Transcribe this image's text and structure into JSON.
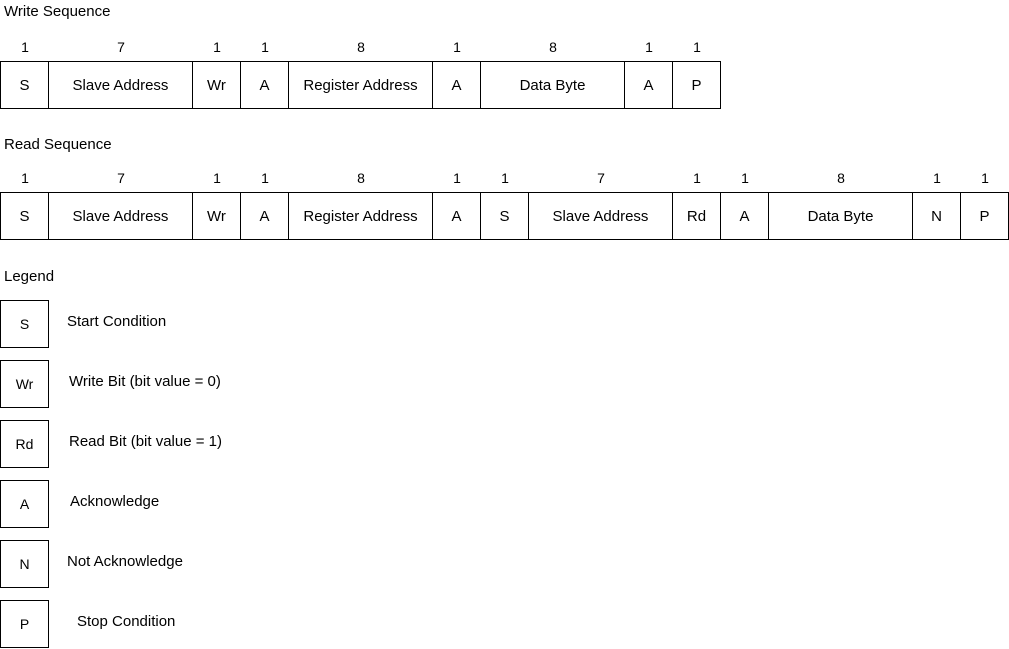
{
  "write_sequence": {
    "title": "Write Sequence",
    "fields": [
      {
        "label": "S",
        "bits": "1"
      },
      {
        "label": "Slave Address",
        "bits": "7"
      },
      {
        "label": "Wr",
        "bits": "1"
      },
      {
        "label": "A",
        "bits": "1"
      },
      {
        "label": "Register Address",
        "bits": "8"
      },
      {
        "label": "A",
        "bits": "1"
      },
      {
        "label": "Data Byte",
        "bits": "8"
      },
      {
        "label": "A",
        "bits": "1"
      },
      {
        "label": "P",
        "bits": "1"
      }
    ]
  },
  "read_sequence": {
    "title": "Read Sequence",
    "fields": [
      {
        "label": "S",
        "bits": "1"
      },
      {
        "label": "Slave Address",
        "bits": "7"
      },
      {
        "label": "Wr",
        "bits": "1"
      },
      {
        "label": "A",
        "bits": "1"
      },
      {
        "label": "Register Address",
        "bits": "8"
      },
      {
        "label": "A",
        "bits": "1"
      },
      {
        "label": "S",
        "bits": "1"
      },
      {
        "label": "Slave Address",
        "bits": "7"
      },
      {
        "label": "Rd",
        "bits": "1"
      },
      {
        "label": "A",
        "bits": "1"
      },
      {
        "label": "Data Byte",
        "bits": "8"
      },
      {
        "label": "N",
        "bits": "1"
      },
      {
        "label": "P",
        "bits": "1"
      }
    ]
  },
  "legend": {
    "title": "Legend",
    "items": [
      {
        "symbol": "S",
        "description": "Start Condition"
      },
      {
        "symbol": "Wr",
        "description": "Write Bit (bit value = 0)"
      },
      {
        "symbol": "Rd",
        "description": "Read Bit (bit value = 1)"
      },
      {
        "symbol": "A",
        "description": "Acknowledge"
      },
      {
        "symbol": "N",
        "description": "Not Acknowledge"
      },
      {
        "symbol": "P",
        "description": "Stop Condition"
      }
    ]
  }
}
